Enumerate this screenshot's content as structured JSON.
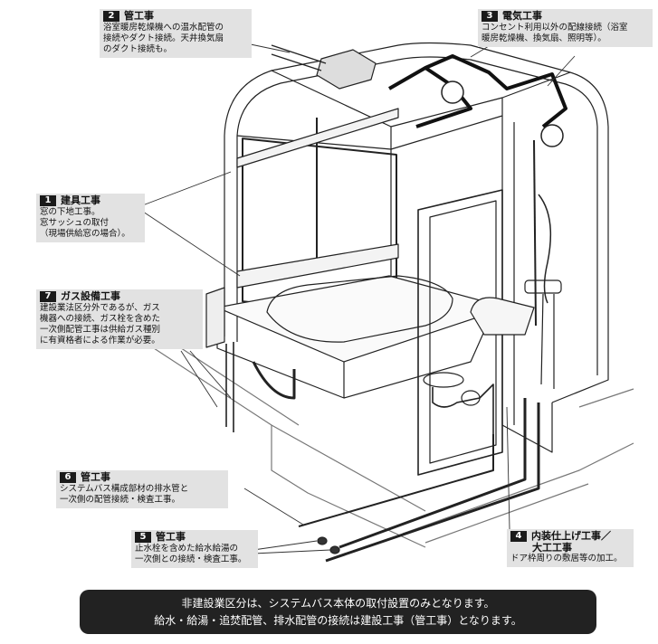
{
  "callouts": {
    "c2": {
      "num": "2",
      "title": "管工事",
      "lines": [
        "浴室暖房乾燥機への温水配管の",
        "接続やダクト接続。天井換気扇",
        "のダクト接続も。"
      ]
    },
    "c3": {
      "num": "3",
      "title": "電気工事",
      "lines": [
        "コンセント利用以外の配線接続（浴室",
        "暖房乾燥機、換気扇、照明等）。"
      ]
    },
    "c1": {
      "num": "1",
      "title": "建具工事",
      "lines": [
        "窓の下地工事。",
        "窓サッシュの取付",
        "（現場供給窓の場合）。"
      ]
    },
    "c7": {
      "num": "7",
      "title": "ガス設備工事",
      "lines": [
        "建設業法区分外であるが、ガス",
        "機器への接続、ガス栓を含めた",
        "一次側配管工事は供給ガス種別",
        "に有資格者による作業が必要。"
      ]
    },
    "c6": {
      "num": "6",
      "title": "管工事",
      "lines": [
        "システムバス構成部材の排水管と",
        "一次側の配管接続・検査工事。"
      ]
    },
    "c5": {
      "num": "5",
      "title": "管工事",
      "lines": [
        "止水栓を含めた給水給湯の",
        "一次側との接続・検査工事。"
      ]
    },
    "c4": {
      "num": "4",
      "title": "内装仕上げ工事／",
      "title2": "大工工事",
      "lines": [
        "ドア枠周りの敷居等の加工。"
      ]
    }
  },
  "banner": {
    "line1": "非建設業区分は、システムバス本体の取付設置のみとなります。",
    "line2": "給水・給湯・追焚配管、排水配管の接続は建設工事（管工事）となります。"
  }
}
